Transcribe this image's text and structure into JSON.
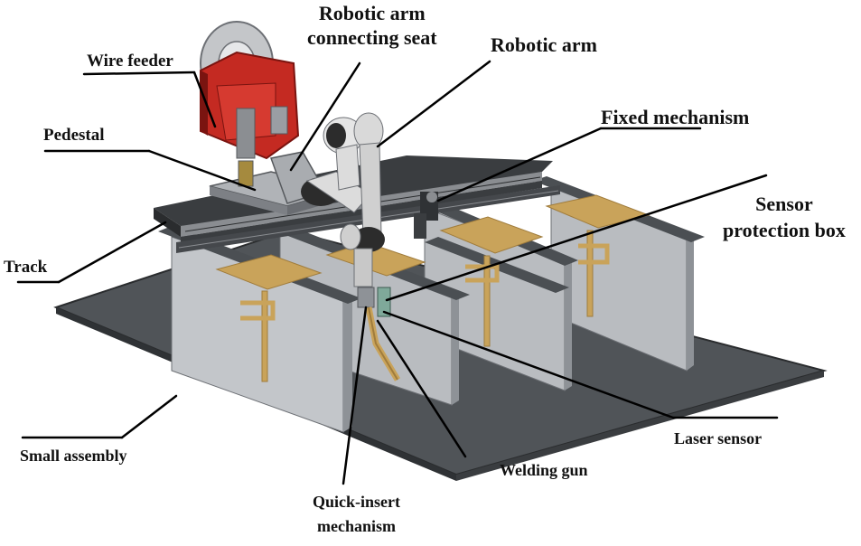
{
  "labels": {
    "robotic_arm_seat_line1": "Robotic arm",
    "robotic_arm_seat_line2": "connecting seat",
    "wire_feeder": "Wire feeder",
    "robotic_arm": "Robotic arm",
    "fixed_mechanism": "Fixed mechanism",
    "pedestal": "Pedestal",
    "sensor_box_line1": "Sensor",
    "sensor_box_line2": "protection box",
    "track": "Track",
    "laser_sensor": "Laser sensor",
    "small_assembly": "Small assembly",
    "welding_gun": "Welding gun",
    "quick_insert_line1": "Quick-insert",
    "quick_insert_line2": "mechanism"
  },
  "colors": {
    "base_plate": "#505458",
    "base_edge": "#2a2c2e",
    "web_plate": "#b9bcc0",
    "web_shadow": "#9a9ea3",
    "flange": "#4b4f53",
    "brass": "#c9a35a",
    "brass_dark": "#a07c3c",
    "rail": "#3a3d40",
    "rail_light": "#8a8d91",
    "feeder_red": "#c42a22",
    "feeder_dark": "#7a1410",
    "arm_light": "#dcdcdc",
    "arm_dark": "#2c2c2c",
    "sensor_green": "#7fa99a",
    "leader": "#000000"
  }
}
